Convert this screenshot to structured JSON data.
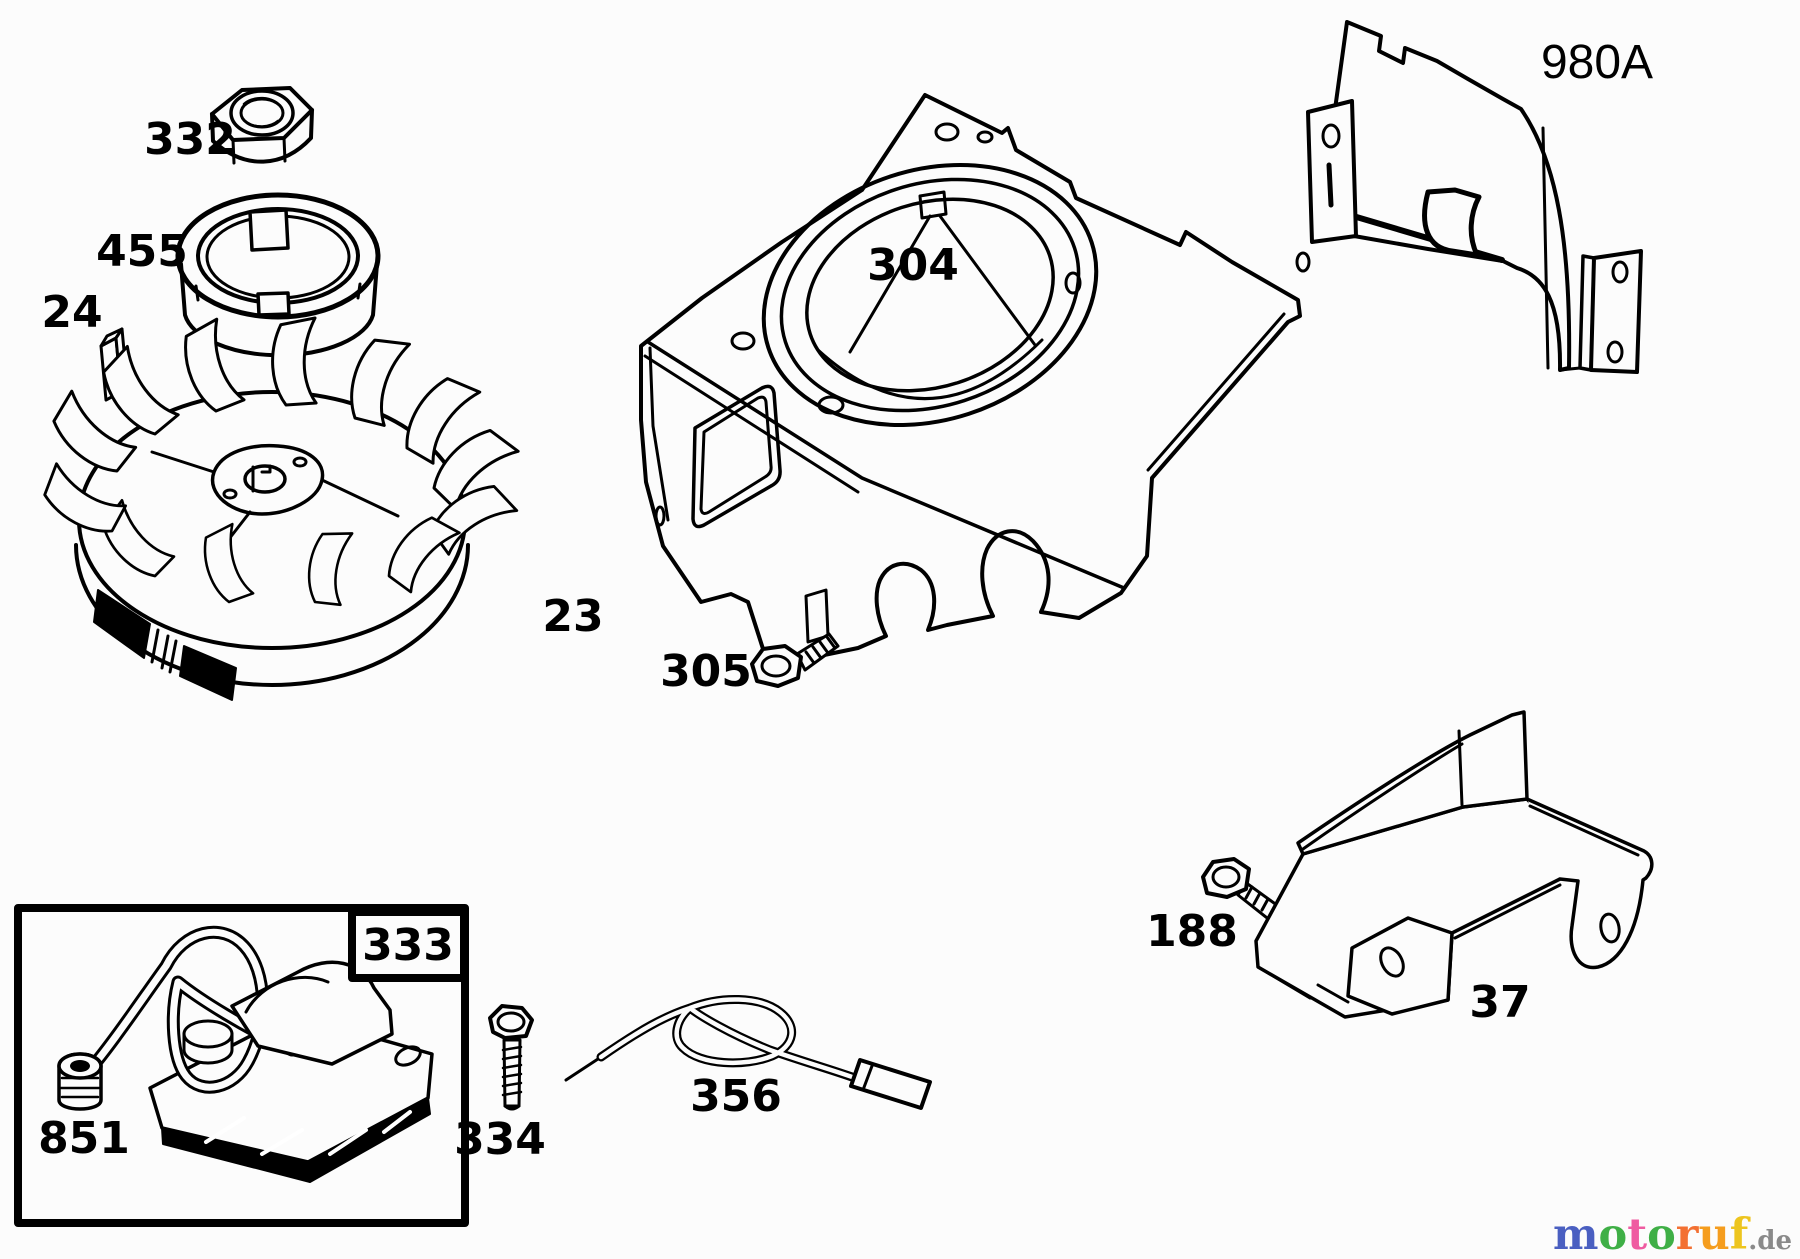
{
  "diagram": {
    "code": "980A",
    "labels": {
      "flywheel_nut": "332",
      "cup": "455",
      "key": "24",
      "flywheel": "23",
      "blower_housing": "304",
      "housing_screw": "305",
      "shield_screw": "188",
      "bracket": "37",
      "armature_box": "333",
      "terminal": "851",
      "armature_screw": "334",
      "stop_wire": "356"
    }
  },
  "branding": {
    "logo_letters": [
      {
        "ch": "m",
        "color": "#4a5fc1"
      },
      {
        "ch": "o",
        "color": "#3faf46"
      },
      {
        "ch": "t",
        "color": "#ef5ba1"
      },
      {
        "ch": "o",
        "color": "#3faf46"
      },
      {
        "ch": "r",
        "color": "#f37032"
      },
      {
        "ch": "u",
        "color": "#f59d1e"
      },
      {
        "ch": "f",
        "color": "#edc51f"
      }
    ],
    "suffix": ".de",
    "suffix_color": "#8a8a8a"
  },
  "canvas": {
    "background": "#fcfcfc",
    "line_color": "#000000"
  }
}
